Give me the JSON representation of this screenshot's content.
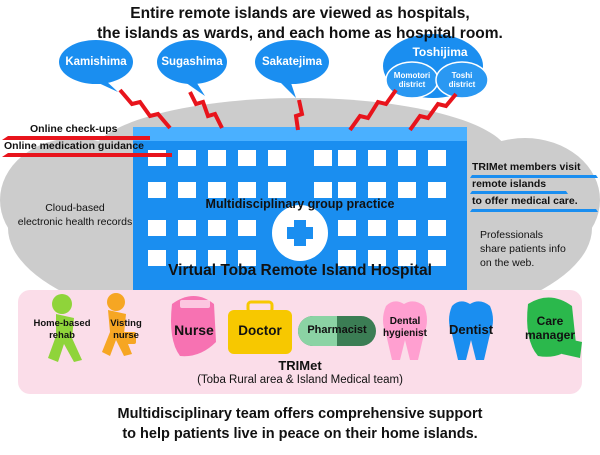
{
  "header": {
    "line1": "Entire remote islands are viewed as hospitals,",
    "line2": "the islands as wards, and each home as hospital room."
  },
  "islands": [
    {
      "name": "Kamishima"
    },
    {
      "name": "Sugashima"
    },
    {
      "name": "Sakatejima"
    },
    {
      "name": "Toshijima",
      "districts": [
        "Momotori district",
        "Toshi district"
      ]
    }
  ],
  "online": {
    "checkups": "Online check-ups",
    "guidance": "Online medication guidance"
  },
  "trimet_visit": {
    "line1": "TRIMet members visit",
    "line2": "remote islands",
    "line3": "to offer medical care."
  },
  "cloud_records": {
    "line1": "Cloud-based",
    "line2": "electronic health records"
  },
  "professionals": {
    "line1": "Professionals",
    "line2": "share patients info",
    "line3": "on the web."
  },
  "hospital": {
    "practice": "Multidisciplinary group practice",
    "name": "Virtual Toba Remote Island Hospital"
  },
  "team": {
    "roles": [
      {
        "label": "Home-based rehab"
      },
      {
        "label": "Visting nurse"
      },
      {
        "label": "Nurse"
      },
      {
        "label": "Doctor"
      },
      {
        "label": "Pharmacist"
      },
      {
        "label": "Dental hygienist"
      },
      {
        "label": "Dentist"
      },
      {
        "label": "Care manager"
      }
    ],
    "name": "TRIMet",
    "subtitle": "(Toba Rural area & Island Medical team)"
  },
  "footer": {
    "line1": "Multidisciplinary team offers comprehensive support",
    "line2": "to help patients live in peace on their home islands."
  },
  "colors": {
    "blue": "#1a8ef0",
    "red": "#e8141c",
    "cloud": "#cccccc",
    "team_bg": "#fbdde9"
  }
}
